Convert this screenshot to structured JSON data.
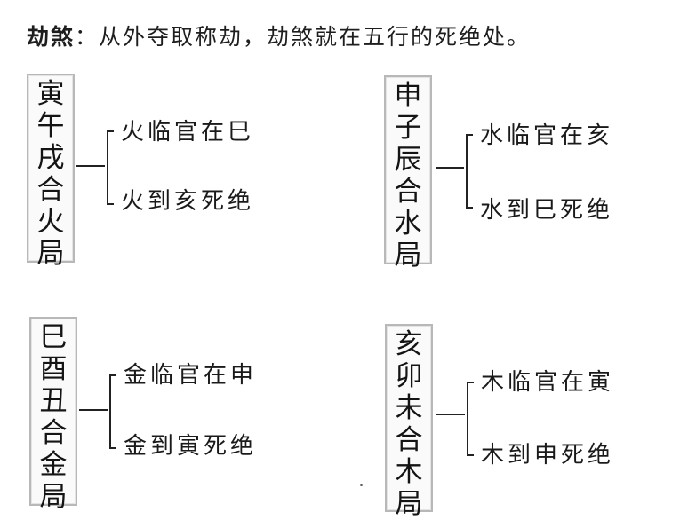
{
  "heading": {
    "term": "劫煞",
    "text": "：从外夺取称劫，劫煞就在五行的死绝处。"
  },
  "groups": [
    {
      "chars": [
        "寅",
        "午",
        "戌",
        "合",
        "火",
        "局"
      ],
      "line1": "火临官在巳",
      "line2": "火到亥死绝"
    },
    {
      "chars": [
        "申",
        "子",
        "辰",
        "合",
        "水",
        "局"
      ],
      "line1": "水临官在亥",
      "line2": "水到巳死绝"
    },
    {
      "chars": [
        "巳",
        "酉",
        "丑",
        "合",
        "金",
        "局"
      ],
      "line1": "金临官在申",
      "line2": "金到寅死绝"
    },
    {
      "chars": [
        "亥",
        "卯",
        "未",
        "合",
        "木",
        "局"
      ],
      "line1": "木临官在寅",
      "line2": "木到申死绝"
    }
  ]
}
